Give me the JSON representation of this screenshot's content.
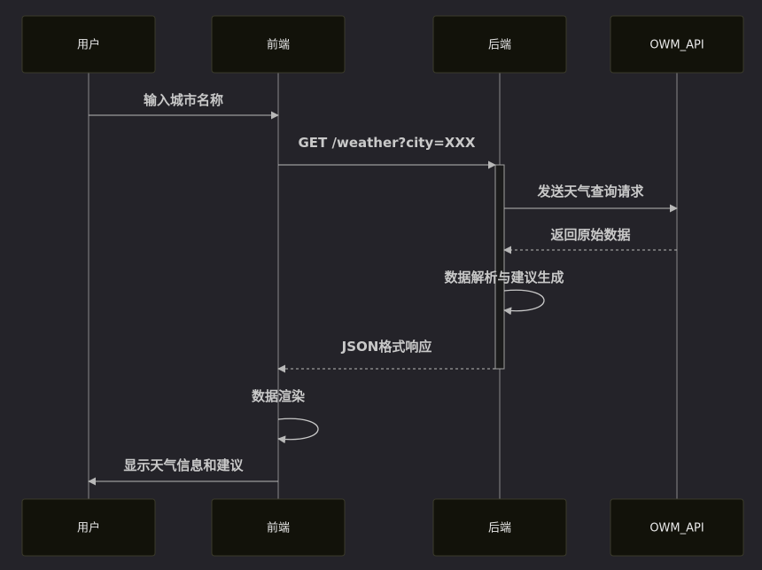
{
  "participants": [
    {
      "id": "user",
      "label": "用户"
    },
    {
      "id": "frontend",
      "label": "前端"
    },
    {
      "id": "backend",
      "label": "后端"
    },
    {
      "id": "owm",
      "label": "OWM_API"
    }
  ],
  "messages": [
    {
      "from": "user",
      "to": "frontend",
      "label": "输入城市名称",
      "style": "solid"
    },
    {
      "from": "frontend",
      "to": "backend",
      "label": "GET /weather?city=XXX",
      "style": "solid"
    },
    {
      "from": "backend",
      "to": "owm",
      "label": "发送天气查询请求",
      "style": "solid"
    },
    {
      "from": "owm",
      "to": "backend",
      "label": "返回原始数据",
      "style": "dashed"
    },
    {
      "from": "backend",
      "to": "backend",
      "label": "数据解析与建议生成",
      "style": "self"
    },
    {
      "from": "backend",
      "to": "frontend",
      "label": "JSON格式响应",
      "style": "dashed"
    },
    {
      "from": "frontend",
      "to": "frontend",
      "label": "数据渲染",
      "style": "self"
    },
    {
      "from": "frontend",
      "to": "user",
      "label": "显示天气信息和建议",
      "style": "solid"
    }
  ]
}
